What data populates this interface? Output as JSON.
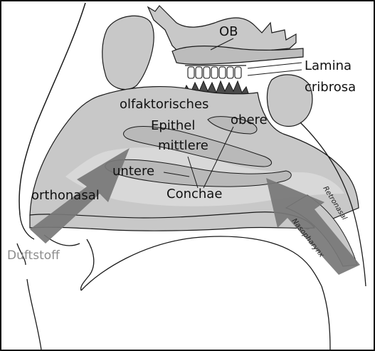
{
  "labels": {
    "ob": "OB",
    "lamina_1": "Lamina",
    "lamina_2": "cribrosa",
    "olfaktorisches": "olfaktorisches",
    "epithel": "Epithel",
    "obere": "obere",
    "mittlere": "mittlere",
    "untere": "untere",
    "conchae": "Conchae",
    "orthonasal": "orthonasal",
    "duftstoff": "Duftstoff",
    "retronasal": "Retronasal",
    "nasopharynx": "Nasopharynx"
  },
  "colors": {
    "tissue": "#c8c8c8",
    "tissue_dark": "#b9b9b9",
    "airway": "#d8d8d8",
    "arrow": "#777777",
    "line": "#1a1a1a",
    "text": "#111111",
    "odor_text": "#8c8c8c"
  }
}
